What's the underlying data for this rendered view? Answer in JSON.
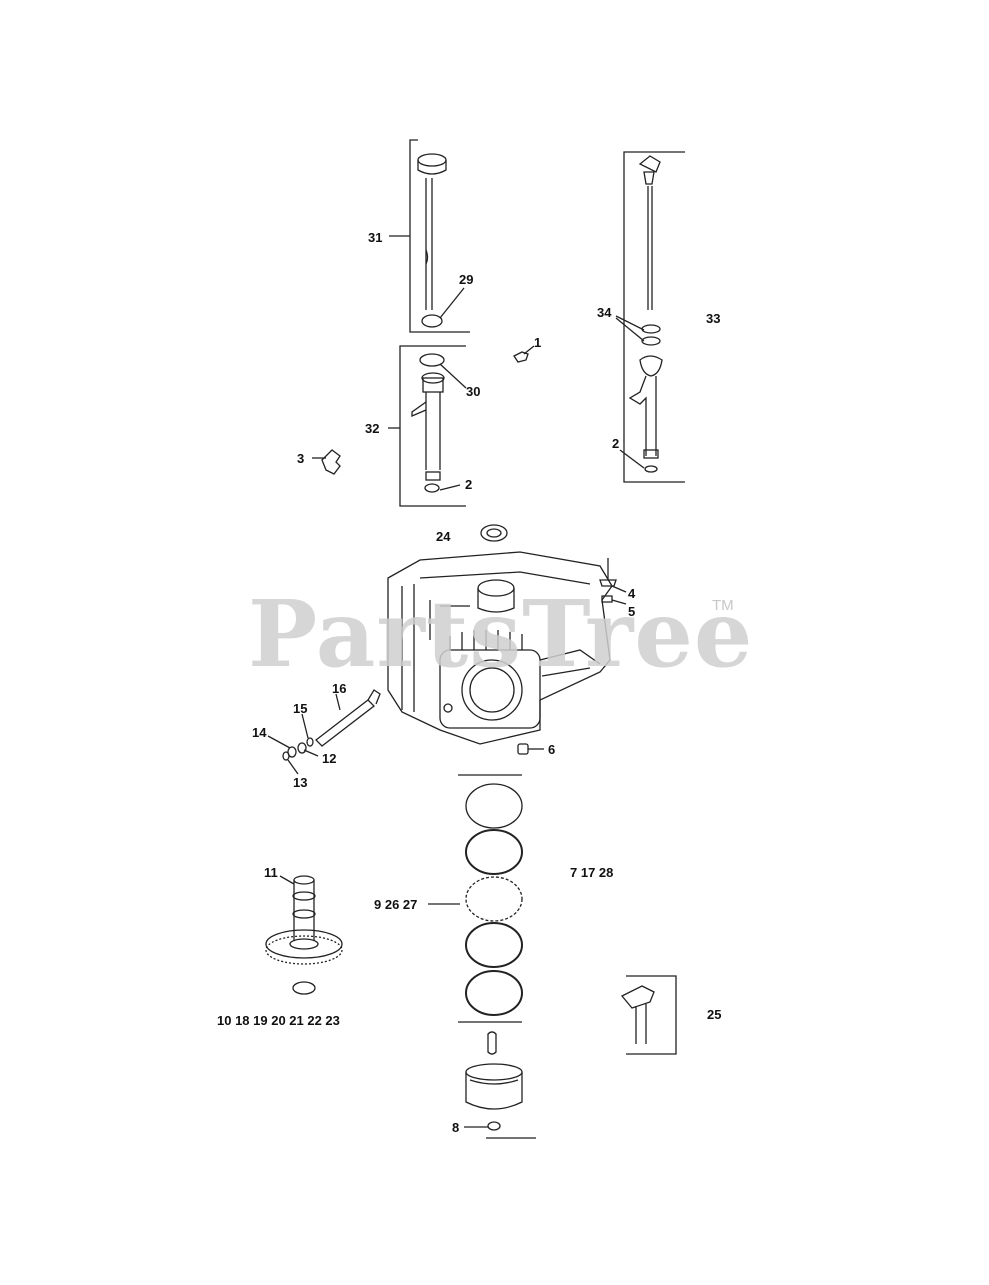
{
  "watermark": {
    "text": "PartsTree",
    "trademark": "TM"
  },
  "callouts": {
    "c1": "1",
    "c2a": "2",
    "c2b": "2",
    "c3": "3",
    "c4": "4",
    "c5": "5",
    "c6": "6",
    "c7_17_28": "7 17 28",
    "c8": "8",
    "c9_26_27": "9 26 27",
    "c10_23": "10 18 19 20 21 22 23",
    "c11": "11",
    "c12": "12",
    "c13": "13",
    "c14": "14",
    "c15": "15",
    "c16": "16",
    "c24": "24",
    "c25": "25",
    "c29": "29",
    "c30": "30",
    "c31": "31",
    "c32": "32",
    "c33": "33",
    "c34": "34"
  },
  "colors": {
    "line": "#222222",
    "watermark": "#cfcfcf"
  }
}
